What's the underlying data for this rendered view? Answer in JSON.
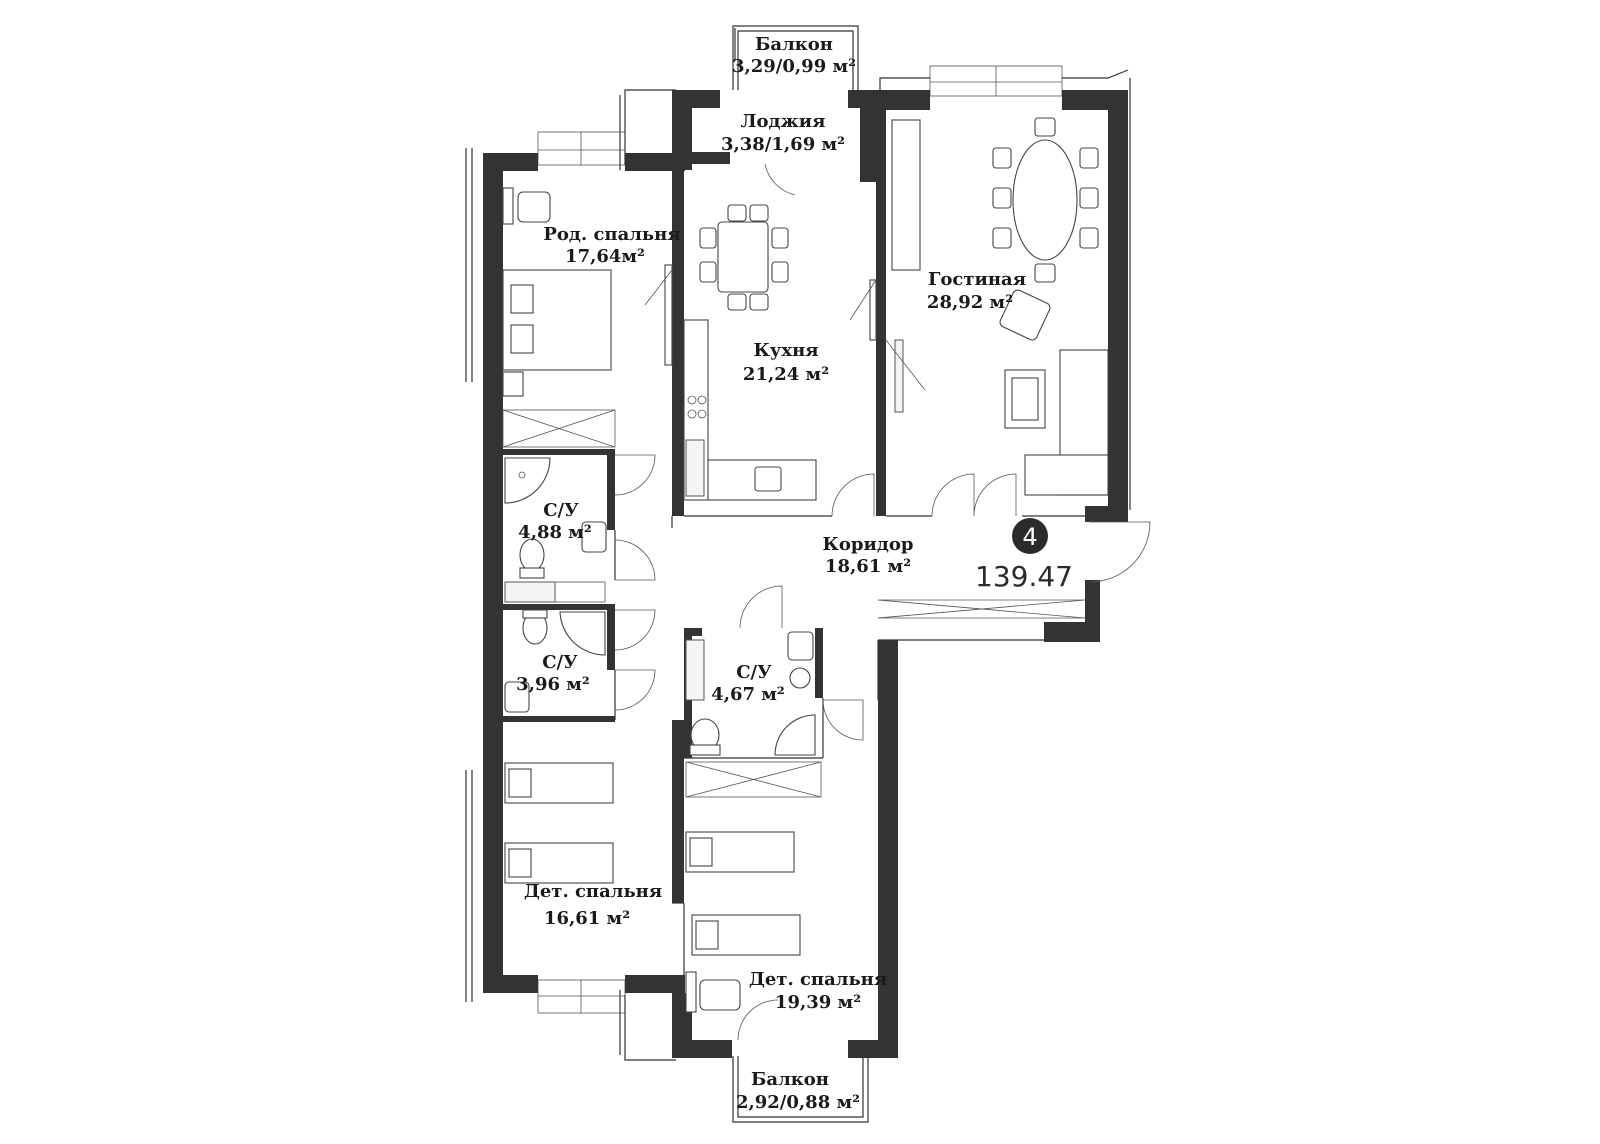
{
  "apartment": {
    "rooms_count": "4",
    "total_area": "139.47"
  },
  "rooms": {
    "balcony_top": {
      "name": "Балкон",
      "area": "3,29/0,99 м²"
    },
    "loggia": {
      "name": "Лоджия",
      "area": "3,38/1,69 м²"
    },
    "master_bedroom": {
      "name": "Род. спальня",
      "area": "17,64м²"
    },
    "kitchen": {
      "name": "Кухня",
      "area": "21,24 м²"
    },
    "living_room": {
      "name": "Гостиная",
      "area": "28,92 м²"
    },
    "bathroom_1": {
      "name": "С/У",
      "area": "4,88 м²"
    },
    "corridor": {
      "name": "Коридор",
      "area": "18,61 м²"
    },
    "bathroom_2": {
      "name": "С/У",
      "area": "3,96 м²"
    },
    "bathroom_3": {
      "name": "С/У",
      "area": "4,67 м²"
    },
    "kids_bedroom_1": {
      "name": "Дет. спальня",
      "area": "16,61 м²"
    },
    "kids_bedroom_2": {
      "name": "Дет. спальня",
      "area": "19,39 м²"
    },
    "balcony_bottom": {
      "name": "Балкон",
      "area": "2,92/0,88 м²"
    }
  },
  "colors": {
    "wall": "#333333",
    "background": "#ffffff",
    "badge": "#2b2b2b"
  }
}
